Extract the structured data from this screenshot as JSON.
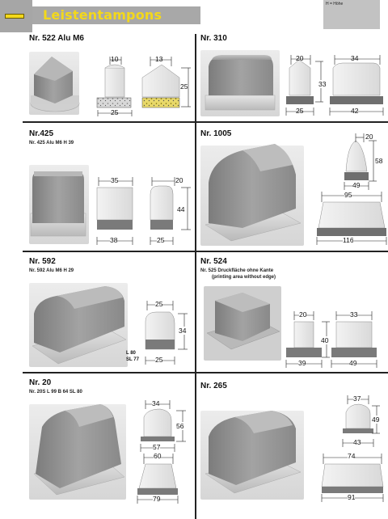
{
  "header": {
    "title": "Leistentampons",
    "legend": "H = Höhe"
  },
  "products": {
    "p522": {
      "title": "Nr. 522 Alu M6",
      "d_top1": "10",
      "d_top2": "13",
      "d_h": "25",
      "d_base": "25"
    },
    "p310": {
      "title": "Nr. 310",
      "d_top1": "20",
      "d_top2": "34",
      "d_h": "33",
      "d_base1": "25",
      "d_base2": "42"
    },
    "p425": {
      "title": "Nr.425",
      "sub": "Nr. 425 Alu M6    H 39",
      "d_w1": "35",
      "d_w2": "20",
      "d_h": "44",
      "d_base1": "38",
      "d_base2": "25"
    },
    "p1005": {
      "title": "Nr. 1005",
      "d_top": "20",
      "d_h": "58",
      "d_mid": "49",
      "d_w": "95",
      "d_base": "116"
    },
    "p592": {
      "title": "Nr. 592",
      "sub": "Nr. 592 Alu M6    H 29",
      "d_top": "25",
      "d_h": "34",
      "d_base": "25",
      "l_label": "L   80",
      "sl_label": "SL 77"
    },
    "p524": {
      "title": "Nr. 524",
      "sub1": "Nr. 525  Druckfläche ohne Kante",
      "sub2": "(printing area without edge)",
      "d_w1": "20",
      "d_w2": "33",
      "d_h": "40",
      "d_base1": "39",
      "d_base2": "49"
    },
    "p20": {
      "title": "Nr. 20",
      "sub": "Nr. 20S    L 99   B 64   SL 80",
      "d_top": "34",
      "d_h": "56",
      "d_base": "57",
      "d_w": "60",
      "d_base2": "79"
    },
    "p265": {
      "title": "Nr. 265",
      "d_top": "37",
      "d_h": "49",
      "d_base": "43",
      "d_w": "74",
      "d_base2": "91"
    }
  }
}
